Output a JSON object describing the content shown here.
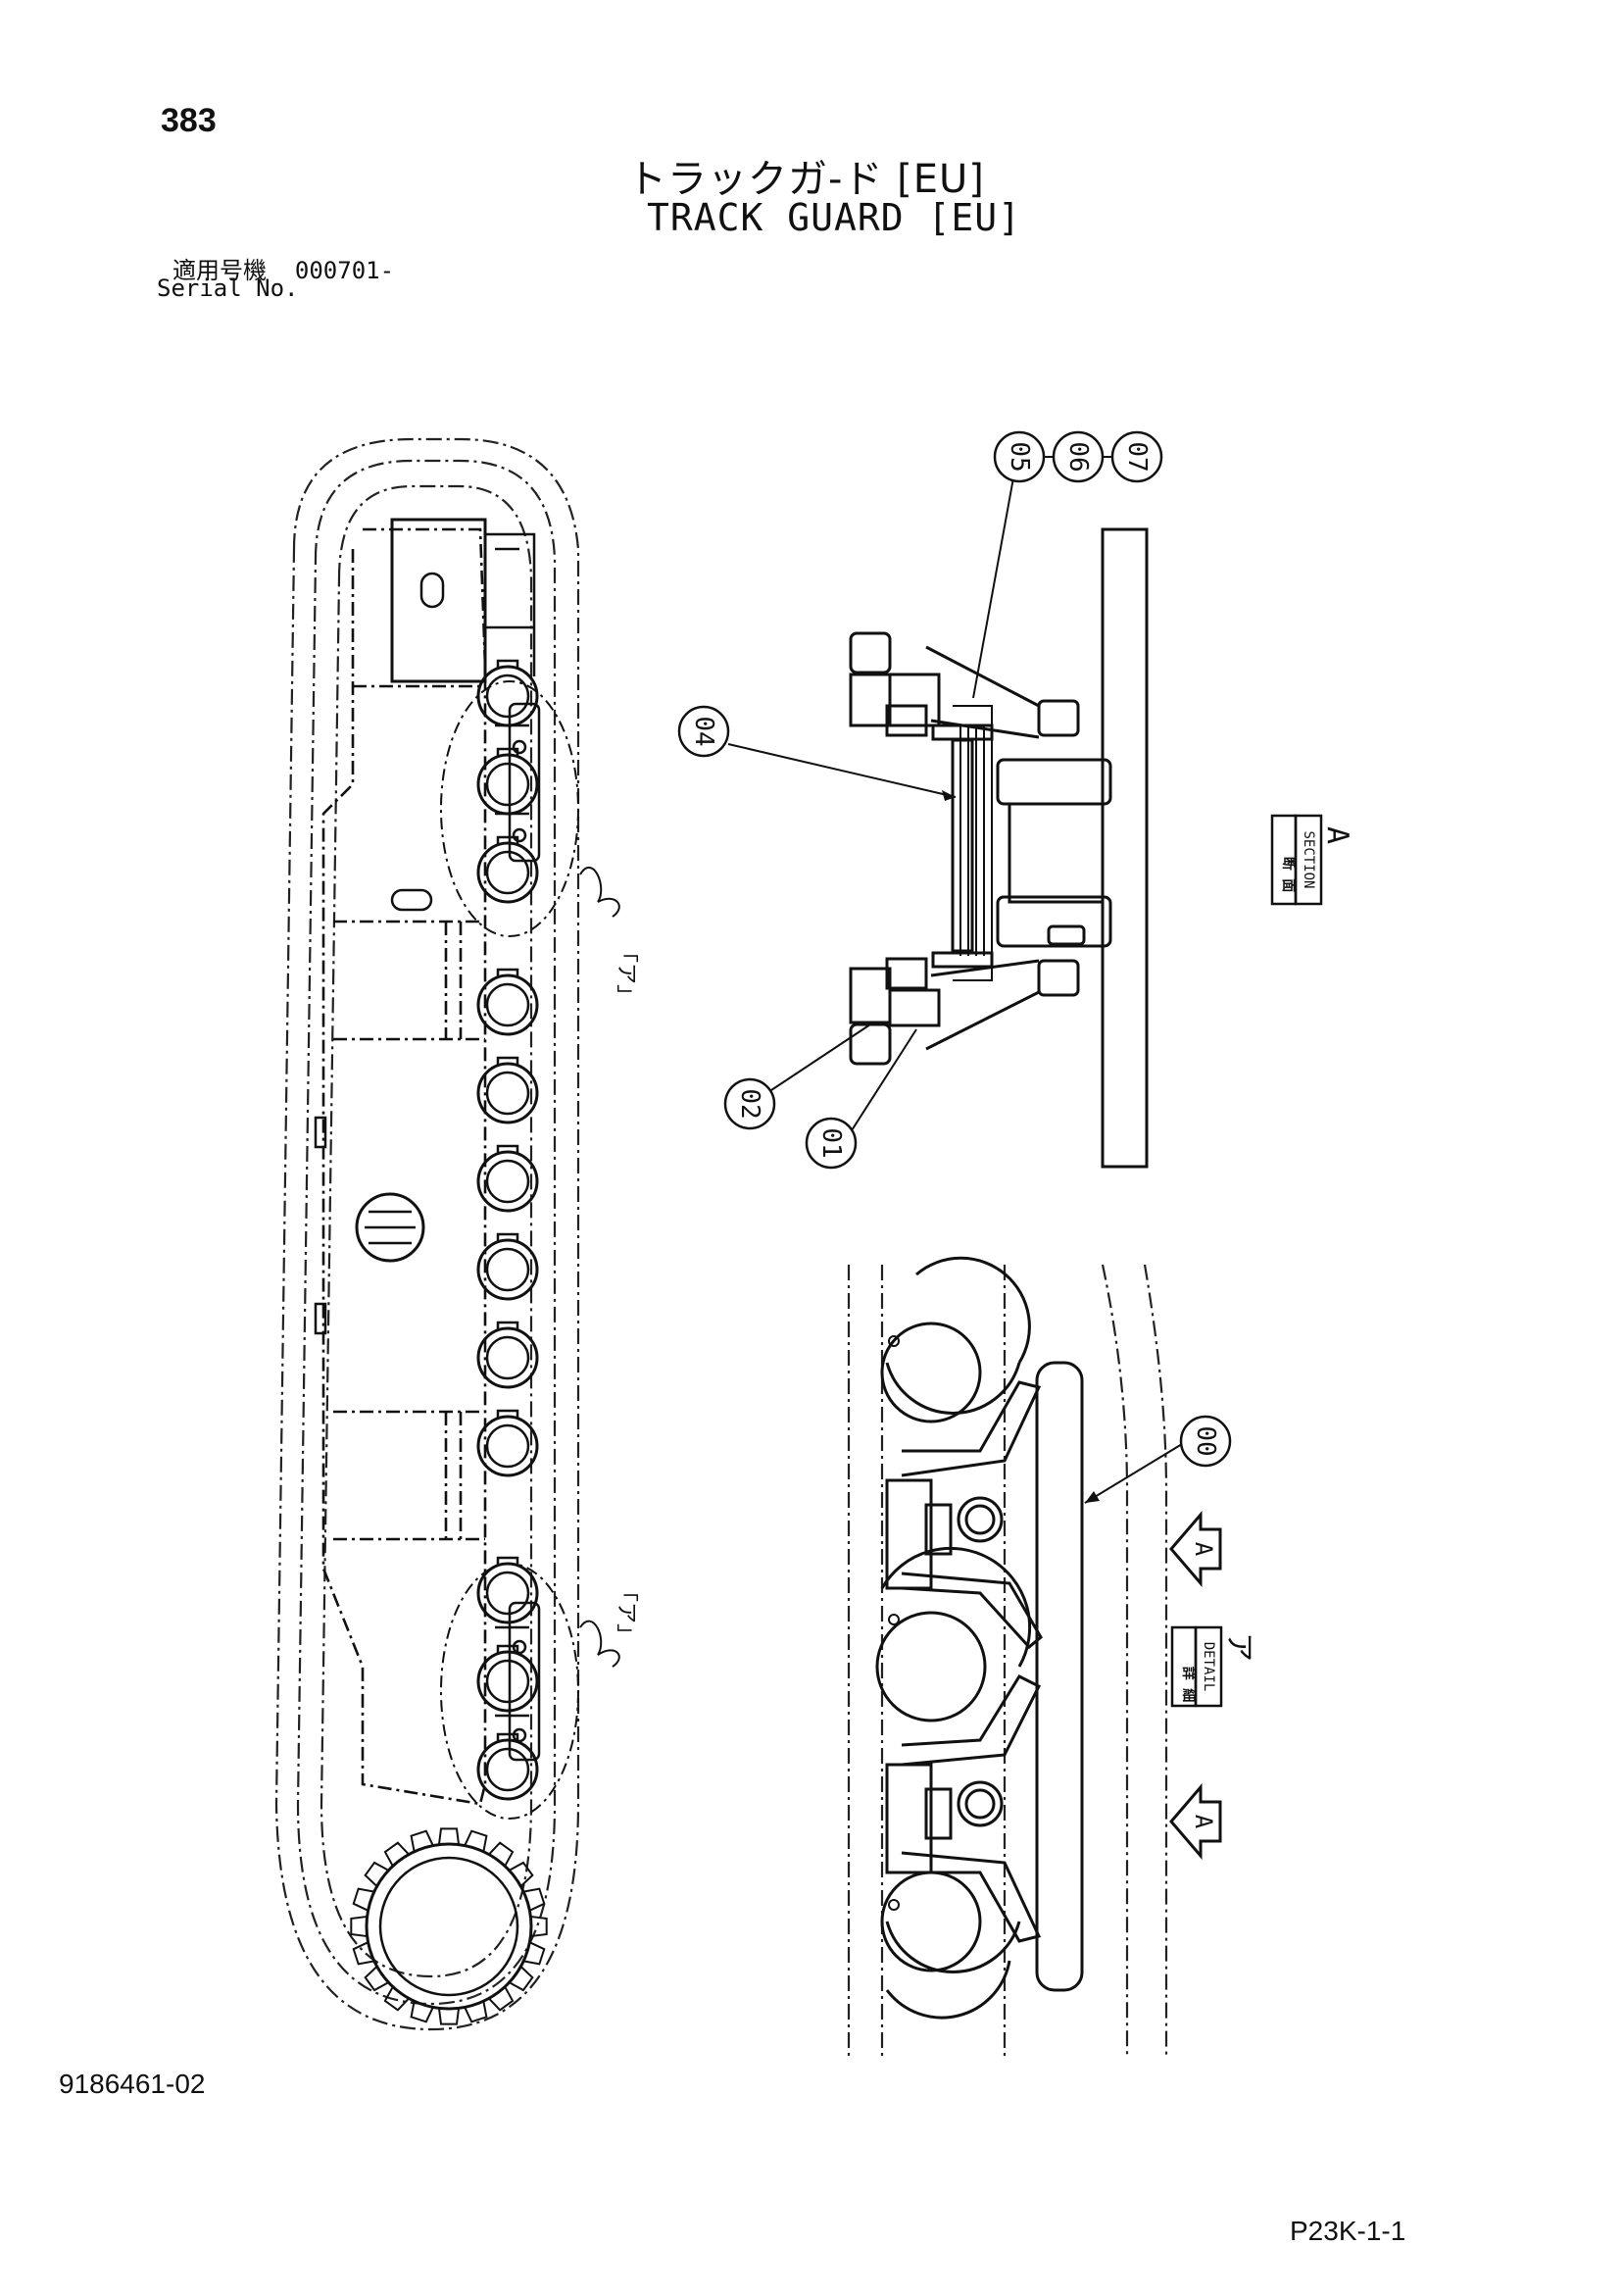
{
  "header": {
    "page_number": "383",
    "title_ja": "トラックガ-ド [EU]",
    "title_en": "TRACK GUARD [EU]",
    "serial_label_ja": "適用号機",
    "serial_value": "000701-",
    "serial_label_en": "Serial No."
  },
  "callouts": {
    "p00": "00",
    "p01": "01",
    "p02": "02",
    "p04": "04",
    "p05": "05",
    "p06": "06",
    "p07": "07"
  },
  "labels": {
    "detail_ref_top": "「ア」",
    "detail_ref_bottom": "「ア」",
    "section_tag_ja": "断 面",
    "section_tag_en": "SECTION",
    "section_tag_letter": "A",
    "detail_tag_ja": "詳 細",
    "detail_tag_en": "DETAIL",
    "detail_tag_letter": "ア",
    "view_arrow_top_letter": "A",
    "view_arrow_bottom_letter": "A"
  },
  "footer": {
    "doc_number": "9186461-02",
    "sheet_id": "P23K-1-1"
  }
}
